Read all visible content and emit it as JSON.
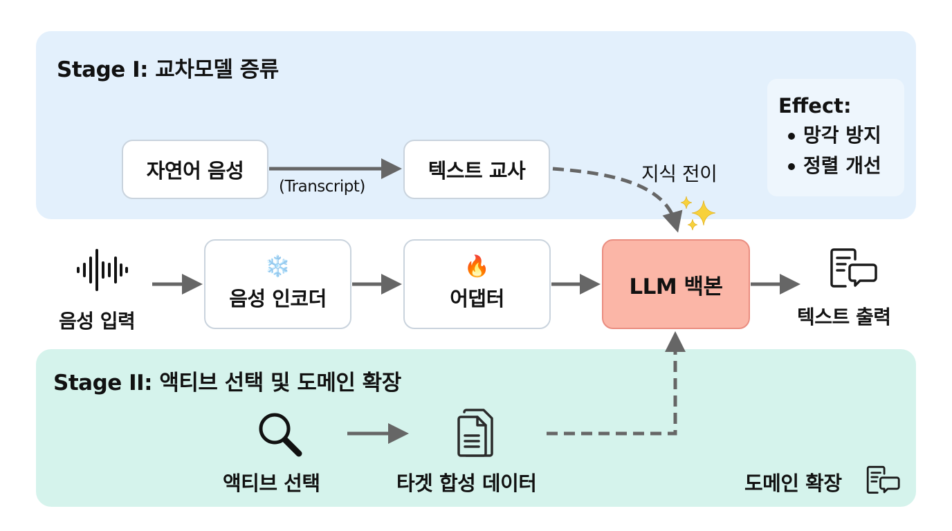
{
  "stage1": {
    "title": "Stage I: 교차모델 증류",
    "source_box": "자연어 음성",
    "transcript_label": "(Transcript)",
    "teacher_box": "텍스트 교사",
    "transfer_label": "지식 전이",
    "effect": {
      "title": "Effect:",
      "items": [
        "망각 방지",
        "정렬 개선"
      ]
    }
  },
  "pipeline": {
    "input_label": "음성 입력",
    "input_icon": "waveform-icon",
    "encoder": {
      "label": "음성 인코더",
      "icon": "❄️",
      "icon_name": "snowflake-icon"
    },
    "adapter": {
      "label": "어댑터",
      "icon": "🔥",
      "icon_name": "fire-icon"
    },
    "llm": {
      "label": "LLM 백본"
    },
    "output_label": "텍스트 출력",
    "output_icon": "document-chat-icon",
    "sparkle_icon": "sparkles-icon"
  },
  "stage2": {
    "title": "Stage II: 액티브 선택 및 도메인 확장",
    "select_label": "액티브 선택",
    "select_icon": "magnifier-icon",
    "data_label": "타겟 합성 데이터",
    "data_icon": "documents-icon",
    "domain_label": "도메인 확장",
    "domain_icon": "document-chat-icon"
  },
  "colors": {
    "stage1_bg": "#e3f0fc",
    "stage2_bg": "#d5f3ec",
    "llm_fill": "#fbb6a7",
    "llm_border": "#ea8d80",
    "arrow": "#666666"
  }
}
